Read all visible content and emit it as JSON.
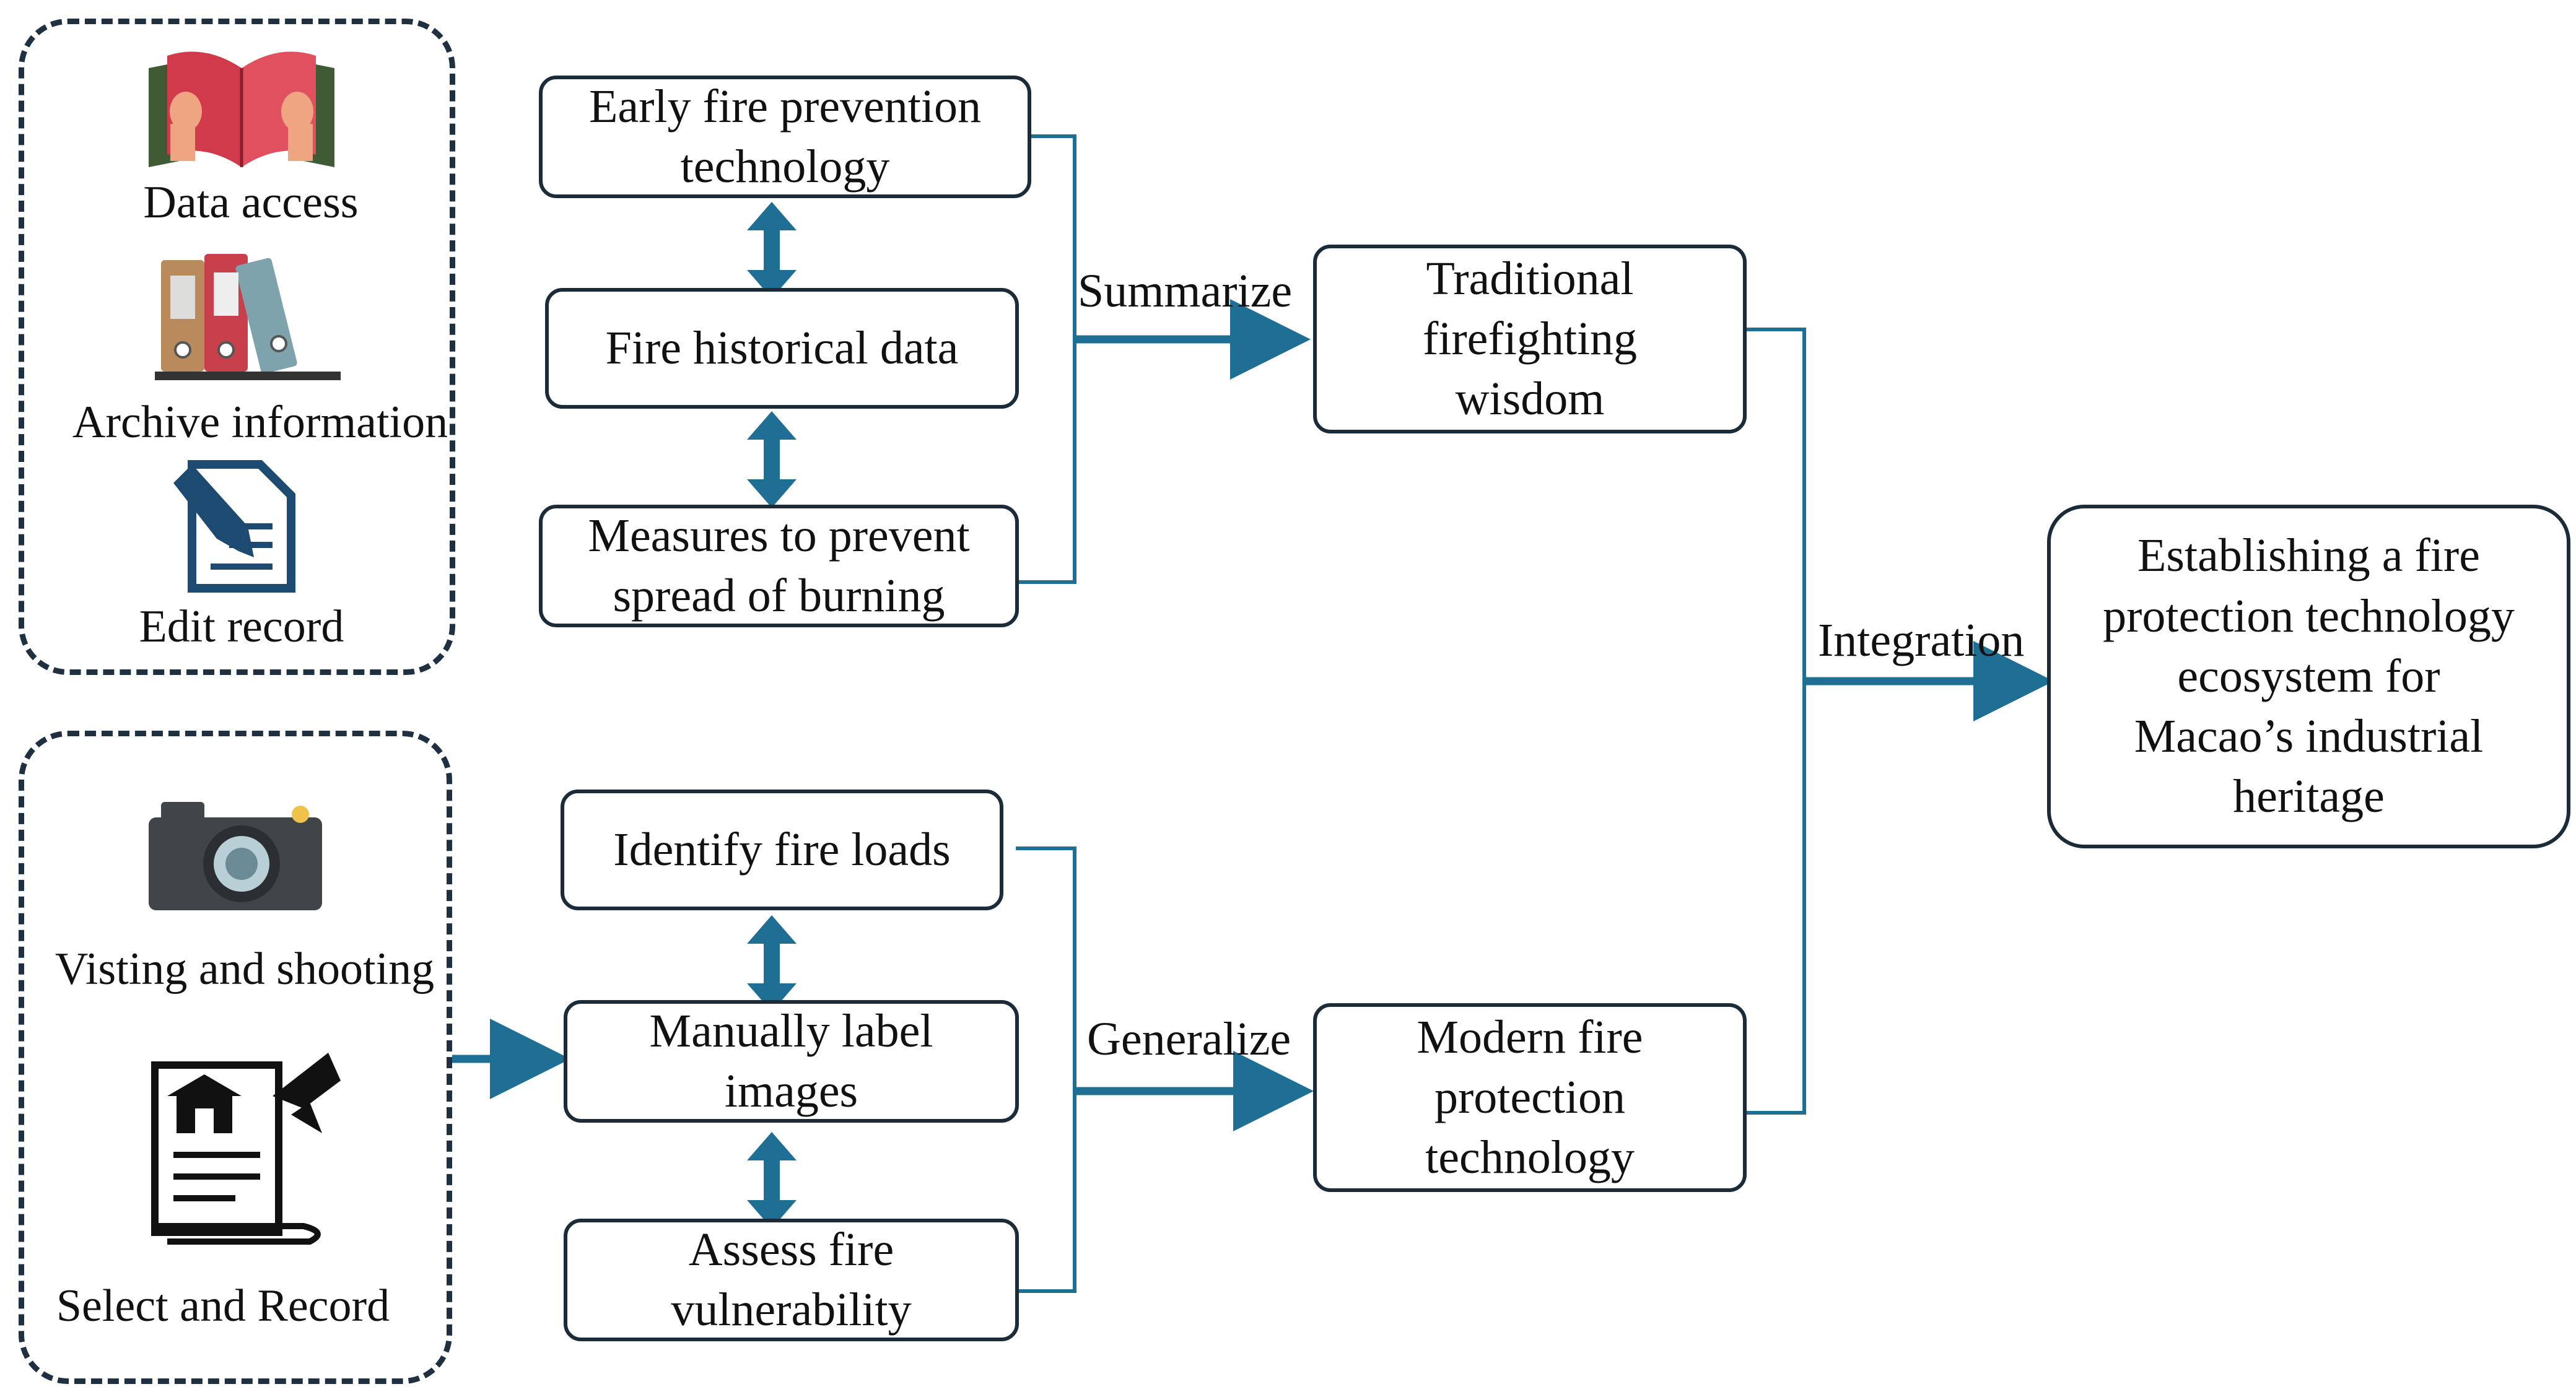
{
  "sources": {
    "top": {
      "items": [
        {
          "label": "Data access",
          "icon": "open-book-icon"
        },
        {
          "label": "Archive information",
          "icon": "binders-icon"
        },
        {
          "label": "Edit record",
          "icon": "edit-document-icon"
        }
      ]
    },
    "bottom": {
      "items": [
        {
          "label": "Visting and  shooting",
          "icon": "camera-icon"
        },
        {
          "label": "Select and  Record",
          "icon": "heritage-scroll-icon"
        }
      ]
    }
  },
  "top_chain": [
    {
      "line1": "Early fire prevention",
      "line2": "technology"
    },
    {
      "line1": "Fire historical data"
    },
    {
      "line1": "Measures to prevent",
      "line2": "spread of burning"
    }
  ],
  "bottom_chain": [
    {
      "line1": "Identify fire loads"
    },
    {
      "line1": "Manually label",
      "line2": "images"
    },
    {
      "line1": "Assess fire",
      "line2": "vulnerability"
    }
  ],
  "mid": {
    "top": {
      "line1": "Traditional",
      "line2": "firefighting",
      "line3": "wisdom"
    },
    "bottom": {
      "line1": "Modern fire",
      "line2": "protection",
      "line3": "technology"
    }
  },
  "result": {
    "line1": "Establishing a fire",
    "line2": "protection technology",
    "line3": "ecosystem for",
    "line4": "Macao’s industrial",
    "line5": "heritage"
  },
  "edges": {
    "summarize": "Summarize",
    "generalize": "Generalize",
    "integration": "Integration"
  },
  "colors": {
    "arrow": "#1f6e93",
    "border": "#1b2b38"
  }
}
